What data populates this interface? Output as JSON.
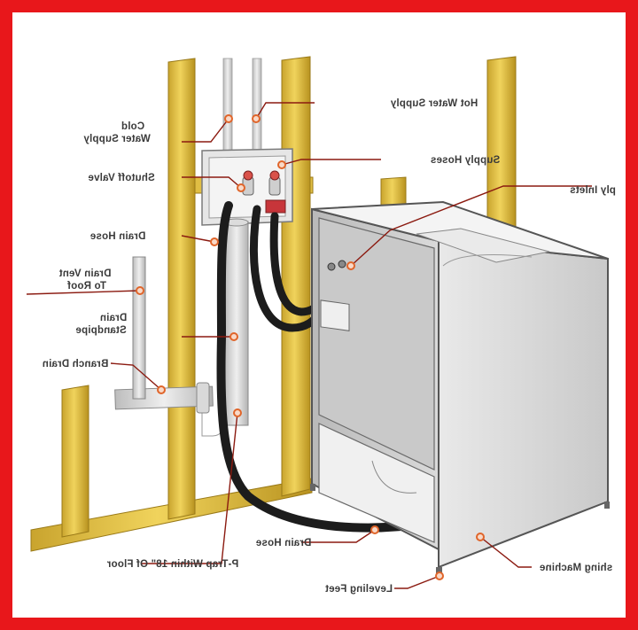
{
  "labels": {
    "hot_water_supply": "Hot Water Supply",
    "cold_water_supply_1": "Cold",
    "cold_water_supply_2": "Water Supply",
    "supply_hoses": "Supply Hoses",
    "shutoff_valve": "Shutoff Valve",
    "supply_inlets": "ply Inlets",
    "drain_hose_top": "Drain Hose",
    "drain_vent_1": "Drain Vent",
    "drain_vent_2": "To Roof",
    "drain_standpipe_1": "Drain",
    "drain_standpipe_2": "Standpipe",
    "branch_drain": "Branch Drain",
    "drain_hose_bottom": "Drain Hose",
    "p_trap": "P-Trap Within 18\" Of Floor",
    "washing_machine": "shing Machine",
    "leveling_feet": "Leveling Feet"
  },
  "colors": {
    "border": "#e8171b",
    "stud": "#e7c64a",
    "stud_shade": "#b48f1f",
    "leader": "#8b1a10",
    "marker": "#e0652a",
    "hose": "#1c1c1c",
    "machine": "#d9d9d9",
    "pipe": "#d6d6d6"
  }
}
